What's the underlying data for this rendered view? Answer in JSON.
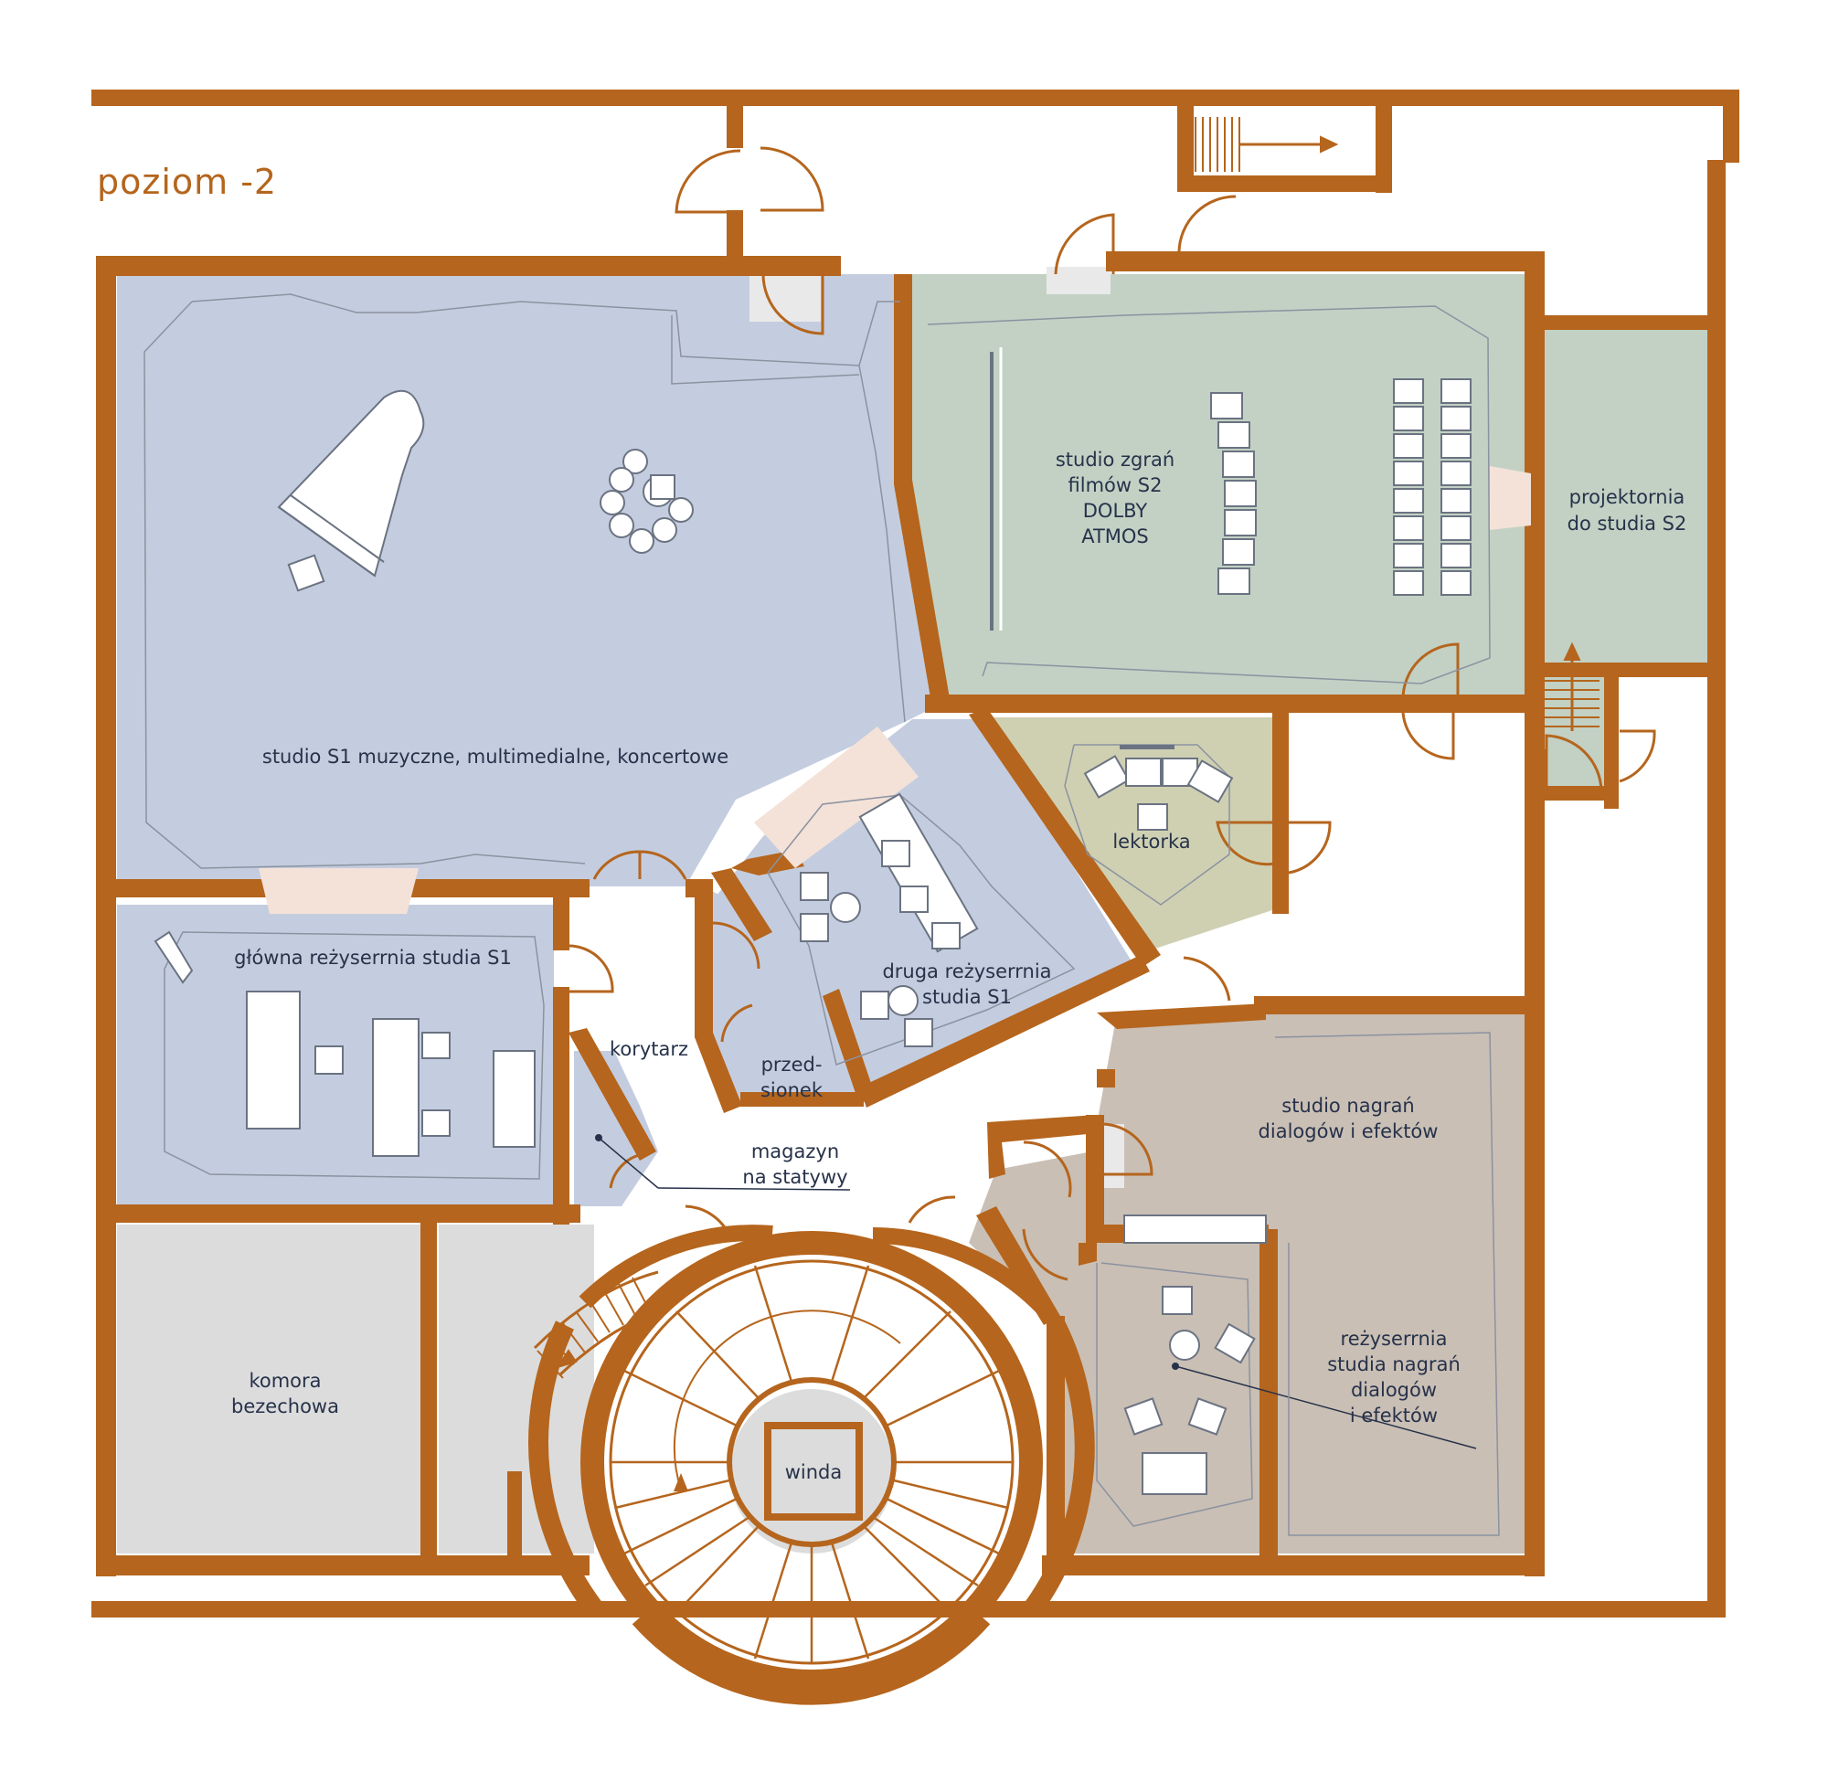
{
  "level_title": "poziom -2",
  "colors": {
    "wall": "#b5651d",
    "studio_blue": "#c4cddf",
    "studio_green": "#c2d1c4",
    "booth_olive": "#cfd0b2",
    "recording_taupe": "#c9bfb5",
    "storage_grey": "#dcdcdc",
    "corridor": "#ffffff",
    "text": "#27324a"
  },
  "rooms": {
    "s1": [
      "studio S1 muzyczne, multimedialne, koncertowe"
    ],
    "s2": [
      "studio zgrań",
      "filmów S2",
      "DOLBY",
      "ATMOS"
    ],
    "projection": [
      "projektornia",
      "do studia S2"
    ],
    "lektorka": [
      "lektorka"
    ],
    "main_control": [
      "główna reżyserrnia studia S1"
    ],
    "second_control": [
      "druga reżyserrnia",
      "studia S1"
    ],
    "corridor": [
      "korytarz"
    ],
    "anteroom": [
      "przed-",
      "sionek"
    ],
    "storage": [
      "magazyn",
      "na statywy"
    ],
    "dialog_studio": [
      "studio nagrań",
      "dialogów i efektów"
    ],
    "dialog_control": [
      "reżyserrnia",
      "studia nagrań",
      "dialogów",
      "i efektów"
    ],
    "anechoic": [
      "komora",
      "bezechowa"
    ],
    "elevator": [
      "winda"
    ]
  },
  "icons": {
    "piano": "grand-piano-icon",
    "chair": "armchair-icon",
    "stool": "stool-icon",
    "stairs_arrow": "arrow-icon"
  }
}
